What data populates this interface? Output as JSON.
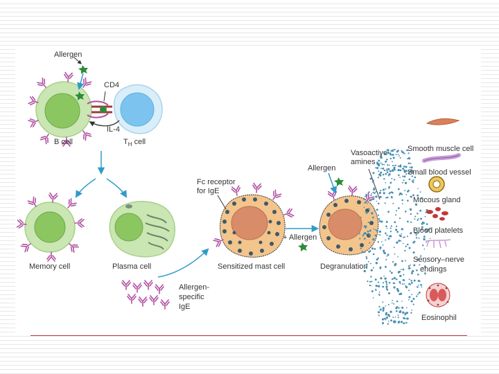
{
  "labels": {
    "allergen_top": "Allergen",
    "cd4": "CD4",
    "il4": "IL-4",
    "b_cell": "B cell",
    "th_main": "T",
    "th_sub": "H",
    "th_cell": " cell",
    "memory_cell": "Memory cell",
    "plasma_cell": "Plasma cell",
    "allergen_specific_1": "Allergen-",
    "allergen_specific_2": "specific",
    "allergen_specific_3": "IgE",
    "fc_receptor_1": "Fc receptor",
    "fc_receptor_2": "for IgE",
    "sensitized_mast_cell": "Sensitized mast cell",
    "plus_allergen": "+ Allergen",
    "allergen_mid": "Allergen",
    "vasoactive_1": "Vasoactive",
    "vasoactive_2": "amines",
    "degranulation": "Degranulation",
    "smooth_muscle": "Smooth muscle cell",
    "small_blood_vessel": "Small blood vessel",
    "mucous_gland": "Mucous gland",
    "blood_platelets": "Blood platelets",
    "sensory_nerve_1": "Sensory–nerve",
    "sensory_nerve_2": "endings",
    "eosinophil": "Eosinophil"
  },
  "colors": {
    "b_cell_outer": "#c9e6b3",
    "b_cell_nucleus": "#8cc660",
    "th_outer": "#d9eef9",
    "th_nucleus": "#7cc4ef",
    "mast_outer": "#f3c48c",
    "mast_nucleus": "#d98c6a",
    "granule": "#3d5a66",
    "antibody": "#b04fa0",
    "arrow": "#2f9bc9",
    "amines": "#4a8fb0",
    "rule": "#c0393b"
  }
}
